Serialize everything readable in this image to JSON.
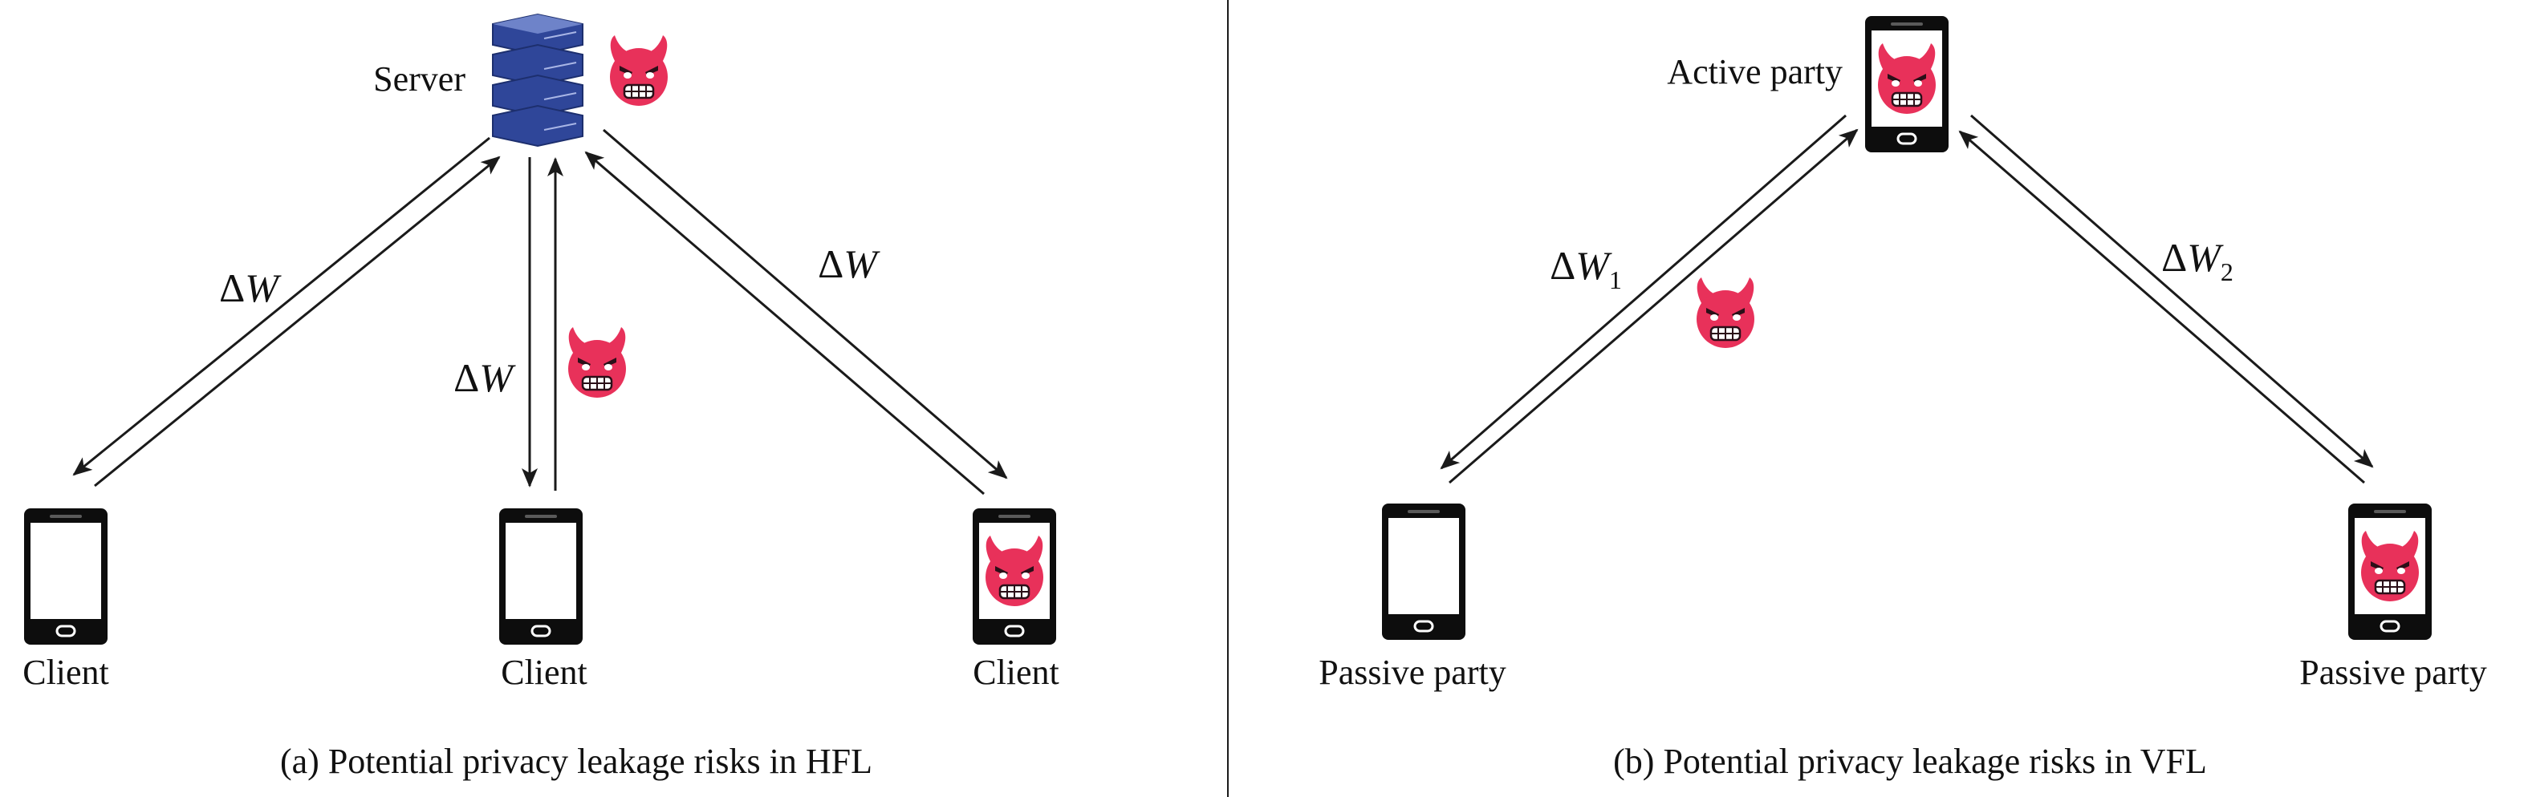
{
  "left_panel": {
    "caption": "(a) Potential privacy leakage risks in HFL",
    "server_label": "Server",
    "client_left_label": "Client",
    "client_center_label": "Client",
    "client_right_label": "Client",
    "edge_left_label": {
      "delta": "Δ",
      "var": "W"
    },
    "edge_center_label": {
      "delta": "Δ",
      "var": "W"
    },
    "edge_right_label": {
      "delta": "Δ",
      "var": "W"
    }
  },
  "right_panel": {
    "caption": "(b) Potential privacy leakage risks in VFL",
    "active_label": "Active party",
    "passive_left_label": "Passive party",
    "passive_right_label": "Passive party",
    "edge_left_label": {
      "delta": "Δ",
      "var": "W",
      "sub": "1"
    },
    "edge_right_label": {
      "delta": "Δ",
      "var": "W",
      "sub": "2"
    }
  },
  "colors": {
    "devil": "#e8315a",
    "server": "#2f4699",
    "line": "#1a1a1a"
  },
  "icons": [
    "server-icon",
    "phone-icon",
    "devil-icon"
  ]
}
